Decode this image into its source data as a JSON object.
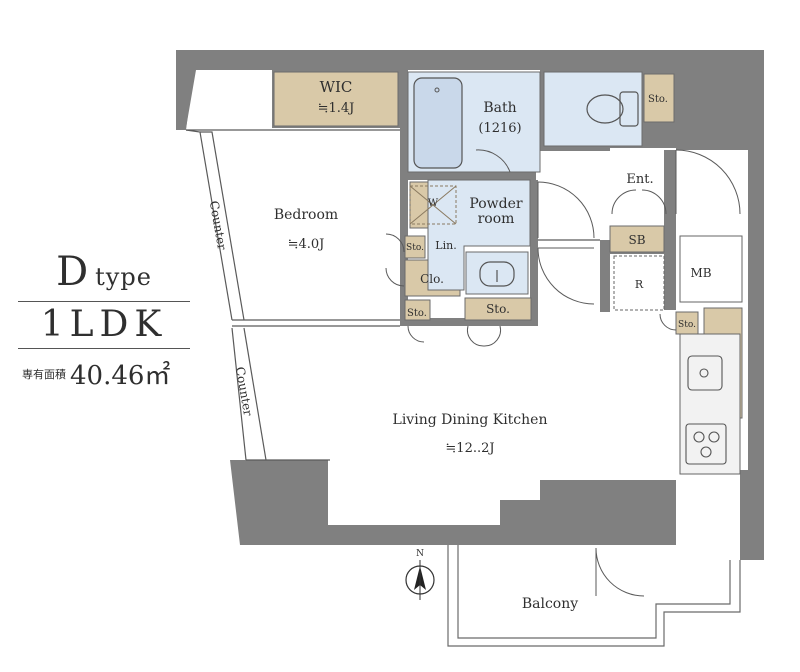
{
  "plan": {
    "type_label": "D",
    "type_suffix": "type",
    "layout": "1LDK",
    "area_label": "専有面積",
    "area_value": "40.46㎡"
  },
  "rooms": {
    "wic_name": "WIC",
    "wic_size": "≒1.4J",
    "bath_name": "Bath",
    "bath_size": "(1216)",
    "bedroom_name": "Bedroom",
    "bedroom_size": "≒4.0J",
    "powder_name_1": "Powder",
    "powder_name_2": "room",
    "washer": "W",
    "lin": "Lin.",
    "clo": "Clo.",
    "sto_bedroom_small": "Sto.",
    "sto_bedroom_bottom": "Sto.",
    "sto_powder": "Sto.",
    "sto_toilet": "Sto.",
    "sto_kitchen": "Sto.",
    "ent": "Ent.",
    "sb": "SB",
    "r": "R",
    "mb": "MB",
    "counter_upper": "Counter",
    "counter_lower": "Counter",
    "ldk_name": "Living Dining Kitchen",
    "ldk_size": "≒12..2J",
    "balcony": "Balcony",
    "north": "N"
  },
  "colors": {
    "wall": "#808080",
    "wet_area": "#dbe7f3",
    "storage": "#d9c9a8",
    "line": "#5a5a5a"
  }
}
